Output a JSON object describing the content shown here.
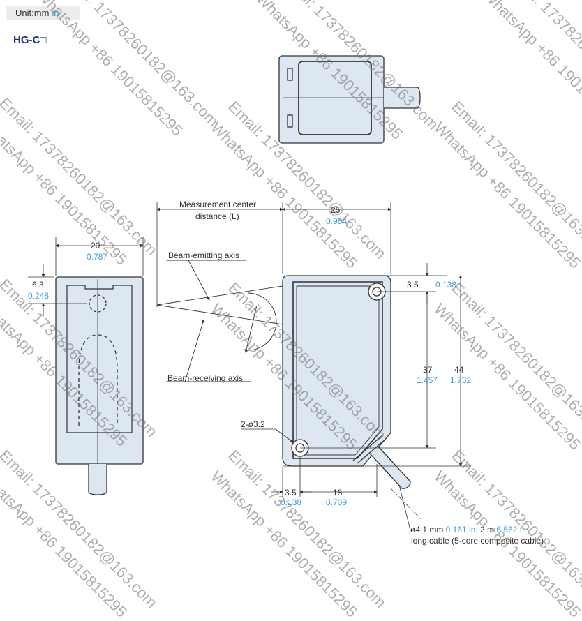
{
  "unit": {
    "prefix": "Unit:",
    "mm": "mm",
    "in": "in"
  },
  "model": "HG-C□",
  "labels": {
    "measurement_center": "Measurement center",
    "distance_l": "distance (L)",
    "beam_emitting": "Beam-emitting axis",
    "beam_receiving": "Beam-receiving axis",
    "holes": "2-ø3.2",
    "cable_line1_a": "ø4.1 mm ",
    "cable_line1_b": "0.161 in",
    "cable_line1_c": ", 2 m ",
    "cable_line1_d": "6.562 ft",
    "cable_line2": "long cable (5-core composite cable)"
  },
  "dims": {
    "d20_mm": "20",
    "d20_in": "0.787",
    "d63_mm": "6.3",
    "d63_in": "0.248",
    "d25_mm": "25",
    "d25_in": "0.984",
    "d35t_mm": "3.5",
    "d35t_in": "0.138",
    "d37_mm": "37",
    "d37_in": "1.457",
    "d44_mm": "44",
    "d44_in": "1.732",
    "d35b_mm": "3.5",
    "d35b_in": "0.138",
    "d18_mm": "18",
    "d18_in": "0.709"
  },
  "watermarks": {
    "email": "Email: 17378260182@163.com",
    "whatsapp": "WhatsApp +86 19015815295"
  },
  "colors": {
    "body_fill": "#dde7f2",
    "accent_blue": "#3aa0dc",
    "line": "#333333"
  }
}
